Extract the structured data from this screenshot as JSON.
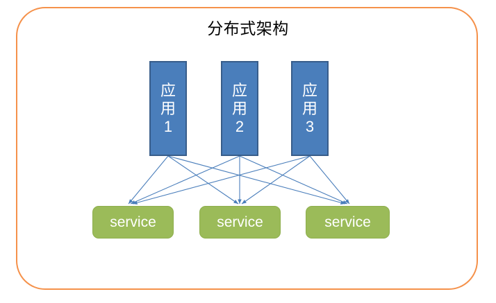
{
  "diagram": {
    "title": "分布式架构",
    "frame": {
      "border_color": "#F5914A",
      "shape": "rounded-rectangle"
    },
    "colors": {
      "app_fill": "#4A7EBB",
      "app_border": "#385D8A",
      "service_fill": "#9BBB59",
      "service_border": "#8DAE4C",
      "connector": "#4A7EBB",
      "frame_border": "#F5914A",
      "title_text": "#000000",
      "box_text": "#FFFFFF"
    },
    "app_nodes": [
      {
        "label": "应用1"
      },
      {
        "label": "应用2"
      },
      {
        "label": "应用3"
      }
    ],
    "service_nodes": [
      {
        "label": "service"
      },
      {
        "label": "service"
      },
      {
        "label": "service"
      }
    ],
    "connections": [
      {
        "from": "应用1",
        "to": "service-1"
      },
      {
        "from": "应用1",
        "to": "service-2"
      },
      {
        "from": "应用1",
        "to": "service-3"
      },
      {
        "from": "应用2",
        "to": "service-1"
      },
      {
        "from": "应用2",
        "to": "service-2"
      },
      {
        "from": "应用2",
        "to": "service-3"
      },
      {
        "from": "应用3",
        "to": "service-1"
      },
      {
        "from": "应用3",
        "to": "service-2"
      },
      {
        "from": "应用3",
        "to": "service-3"
      }
    ]
  }
}
